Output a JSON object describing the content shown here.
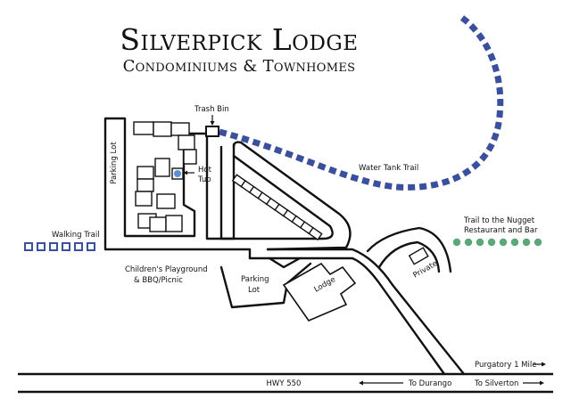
{
  "title": {
    "line1": "Silverpick Lodge",
    "line2": "Condominiums & Townhomes"
  },
  "labels": {
    "trash_bin": "Trash Bin",
    "parking_lot_upper": "Parking Lot",
    "hot_tub_line1": "Hot",
    "hot_tub_line2": "Tub",
    "water_tank_trail": "Water Tank Trail",
    "walking_trail": "Walking Trail",
    "nugget_trail_line1": "Trail to the Nugget",
    "nugget_trail_line2": "Restaurant and Bar",
    "playground_line1": "Children's Playground",
    "playground_line2": "& BBQ/Picnic",
    "parking_lot_lower_line1": "Parking",
    "parking_lot_lower_line2": "Lot",
    "lodge": "Lodge",
    "private": "Private",
    "purgatory": "Purgatory 1 Mile",
    "hwy": "HWY 550",
    "to_durango": "To Durango",
    "to_silverton": "To Silverton"
  },
  "colors": {
    "water_tank_trail": "#3a4f9e",
    "walking_trail": "#3a4f9e",
    "nugget_trail": "#5aa877",
    "hot_tub": "#5b8fd6",
    "ink": "#111111"
  }
}
